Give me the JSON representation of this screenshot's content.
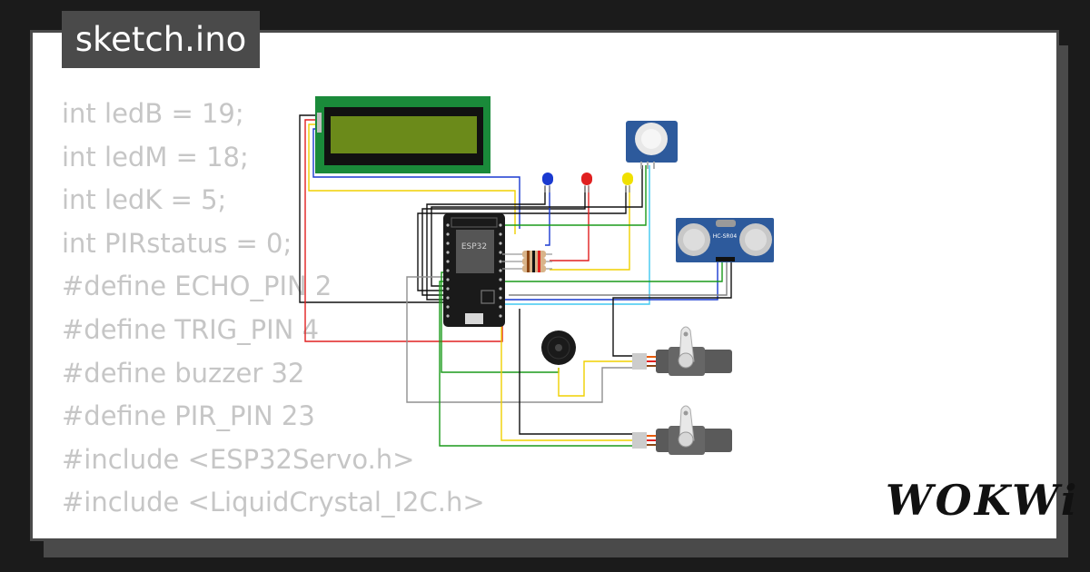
{
  "header": {
    "title": "sketch.ino"
  },
  "code_lines": [
    "int ledB = 19;",
    "int ledM = 18;",
    "int ledK = 5;",
    "int PIRstatus = 0;",
    "#define ECHO_PIN 2",
    "#define TRIG_PIN 4",
    "#define buzzer 32",
    "#define PIR_PIN 23",
    "#include <ESP32Servo.h>",
    "#include <LiquidCrystal_I2C.h>"
  ],
  "board": {
    "label": "ESP32"
  },
  "ultrasonic": {
    "label": "HC-SR04"
  },
  "brand": {
    "name": "WOKWi"
  },
  "colors": {
    "page_background": "#1b1b1b",
    "card": "#ffffff",
    "frame": "#4a4a4a",
    "code_text": "#c6c6c6",
    "lcd_pcb": "#1a8a3a",
    "lcd_screen": "#6b8a1a",
    "sensor_blue": "#2d5a9c",
    "wire_red": "#e02020",
    "wire_blue": "#1a3ad0",
    "wire_yellow": "#f0d000",
    "wire_green": "#1a9a1a",
    "wire_cyan": "#40c8f0",
    "wire_black": "#111111",
    "wire_gray": "#909090"
  },
  "icons": [
    "lcd-display-icon",
    "esp32-board-icon",
    "pir-sensor-icon",
    "led-blue-icon",
    "led-red-icon",
    "led-yellow-icon",
    "ultrasonic-sensor-icon",
    "resistor-icon",
    "buzzer-icon",
    "servo-motor-icon"
  ]
}
